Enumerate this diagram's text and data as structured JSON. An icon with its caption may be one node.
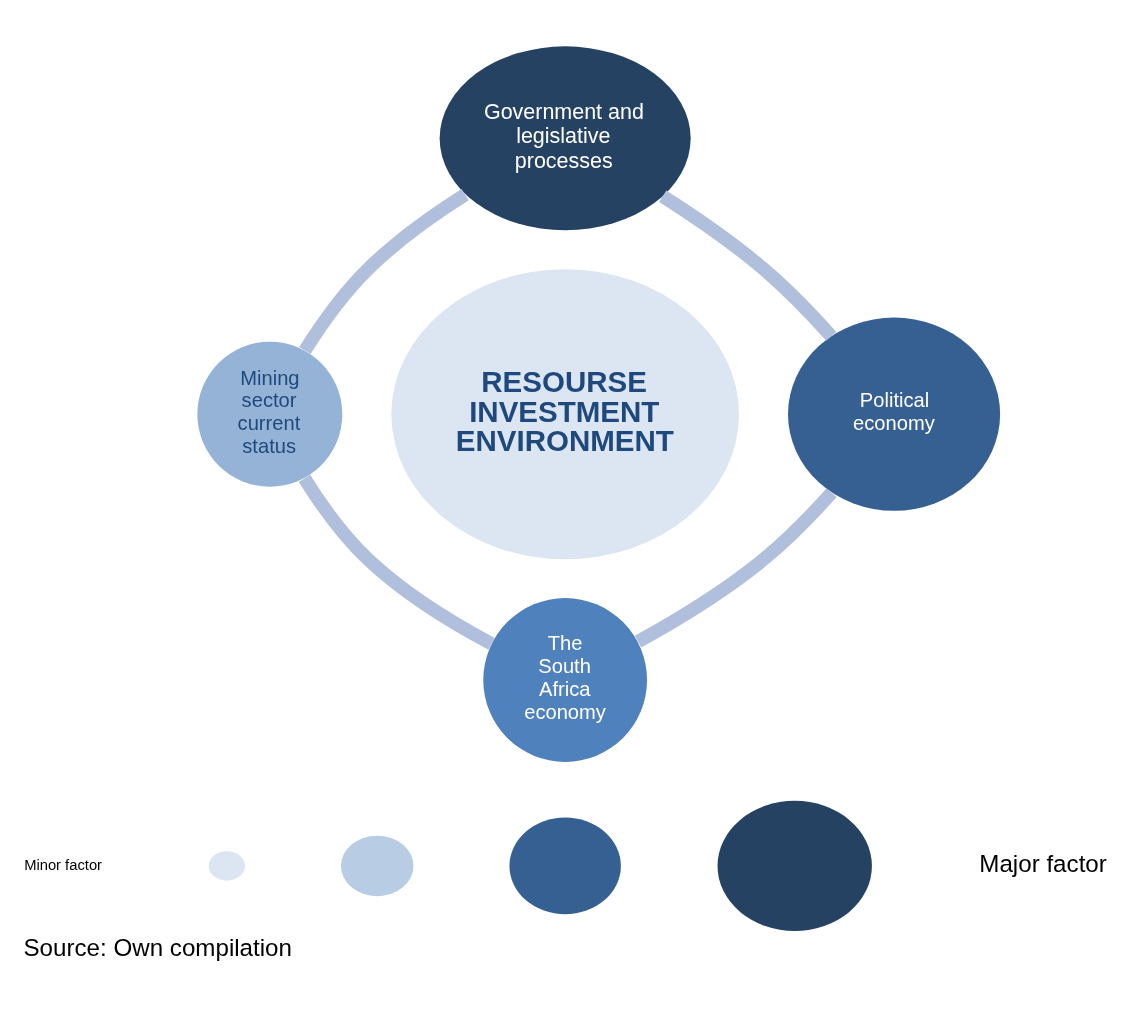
{
  "diagram": {
    "caption": "Source: Own compilation",
    "nodes": [
      {
        "text": [
          "Government and legislative processes"
        ]
      },
      {
        "text": [
          "Mining sector current status"
        ]
      },
      {
        "text": [
          "RESOURSE INVESTMENT ENVIRONMENT"
        ]
      },
      {
        "text": [
          "Political economy"
        ]
      },
      {
        "text": [
          "The South Africa economy"
        ]
      },
      {
        "text": [],
        "shape": "circle"
      },
      {
        "text": [],
        "shape": "circle"
      },
      {
        "text": [],
        "shape": "circle"
      },
      {
        "text": [],
        "shape": "circle"
      }
    ],
    "edges": [
      {
        "from": 0,
        "to": 3,
        "arrow": "none"
      },
      {
        "from": 3,
        "to": 4,
        "arrow": "none"
      },
      {
        "from": 4,
        "to": 1,
        "arrow": "none"
      },
      {
        "from": 1,
        "to": 0,
        "arrow": "none"
      }
    ],
    "labels": [
      "Minor factor",
      "Major factor"
    ]
  }
}
